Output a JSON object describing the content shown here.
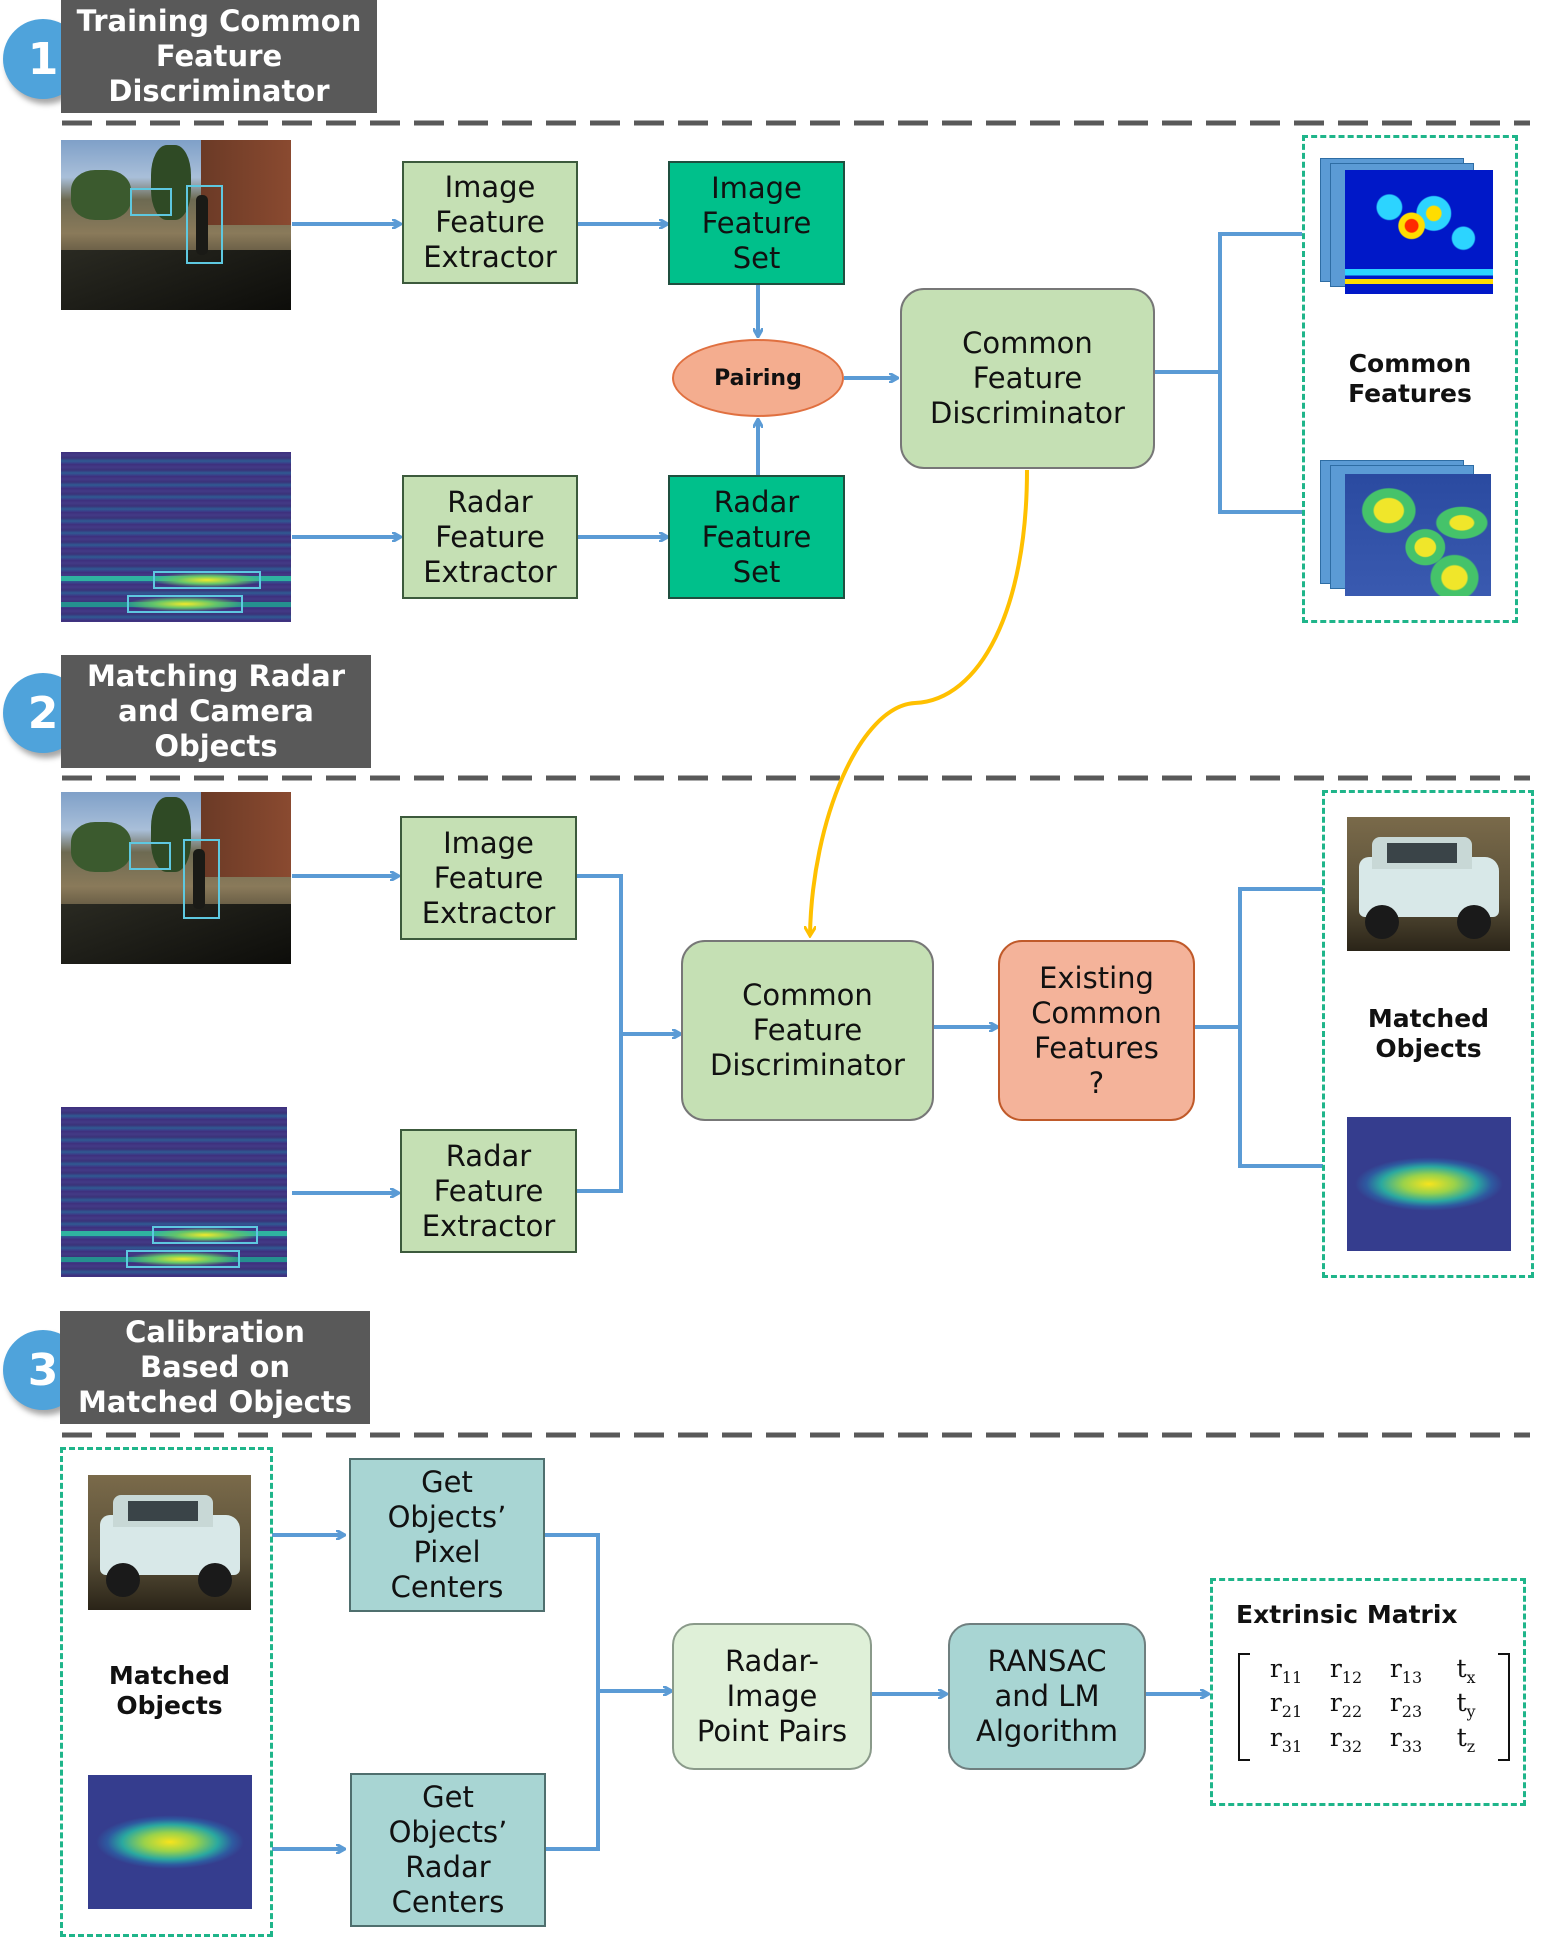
{
  "stages": [
    {
      "number": "1",
      "title": "Training Common\nFeature\nDiscriminator"
    },
    {
      "number": "2",
      "title": "Matching Radar\nand Camera\nObjects"
    },
    {
      "number": "3",
      "title": "Calibration\nBased on\nMatched Objects"
    }
  ],
  "stage1": {
    "image_extractor": "Image\nFeature\nExtractor",
    "image_set": "Image\nFeature\nSet",
    "radar_extractor": "Radar\nFeature\nExtractor",
    "radar_set": "Radar\nFeature\nSet",
    "pairing": "Pairing",
    "discriminator": "Common\nFeature\nDiscriminator",
    "output_label": "Common\nFeatures"
  },
  "stage2": {
    "image_extractor": "Image\nFeature\nExtractor",
    "radar_extractor": "Radar\nFeature\nExtractor",
    "discriminator": "Common\nFeature\nDiscriminator",
    "decision": "Existing\nCommon\nFeatures\n?",
    "output_label": "Matched\nObjects"
  },
  "stage3": {
    "input_label": "Matched\nObjects",
    "pixel_centers": "Get\nObjects’\nPixel\nCenters",
    "radar_centers": "Get\nObjects’\nRadar\nCenters",
    "point_pairs": "Radar-\nImage\nPoint Pairs",
    "algorithm": "RANSAC\nand LM\nAlgorithm",
    "matrix_title": "Extrinsic Matrix",
    "matrix": [
      [
        "r11",
        "r12",
        "r13",
        "tx"
      ],
      [
        "r21",
        "r22",
        "r23",
        "ty"
      ],
      [
        "r31",
        "r32",
        "r33",
        "tz"
      ]
    ]
  },
  "colors": {
    "arrow": "#5b9bd5",
    "feedback_arrow": "#ffc000",
    "separator": "#595959",
    "dashed_border": "#1fb58a"
  }
}
